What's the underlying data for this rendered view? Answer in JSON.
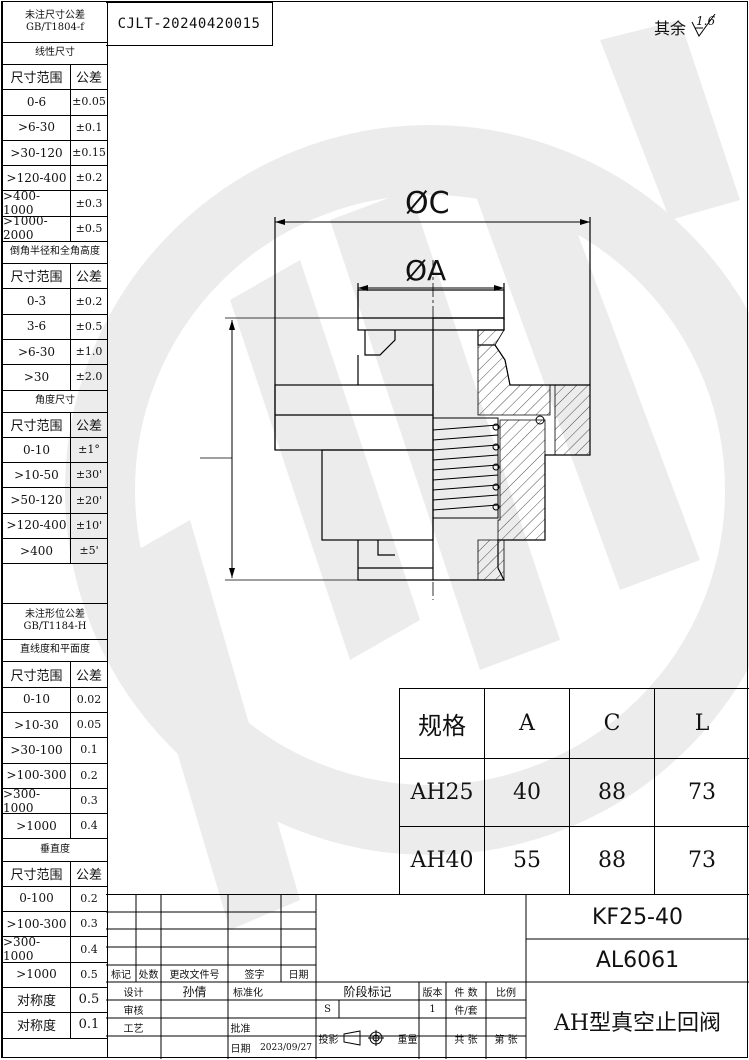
{
  "drawing_code": "CJLT-20240420015",
  "roughness": {
    "label": "其余",
    "value": "1.6"
  },
  "tolerance_table": {
    "linear_header": [
      "未注尺寸公差",
      "GB/T1804-f"
    ],
    "linear_title": "线性尺寸",
    "col_range": "尺寸范围",
    "col_tol": "公差",
    "linear_rows": [
      [
        "0-6",
        "±0.05"
      ],
      [
        ">6-30",
        "±0.1"
      ],
      [
        ">30-120",
        "±0.15"
      ],
      [
        ">120-400",
        "±0.2"
      ],
      [
        ">400-1000",
        "±0.3"
      ],
      [
        ">1000-2000",
        "±0.5"
      ]
    ],
    "chamfer_title": "倒角半径和全角高度",
    "chamfer_rows": [
      [
        "0-3",
        "±0.2"
      ],
      [
        "3-6",
        "±0.5"
      ],
      [
        ">6-30",
        "±1.0"
      ],
      [
        ">30",
        "±2.0"
      ]
    ],
    "angle_title": "角度尺寸",
    "angle_rows": [
      [
        "0-10",
        "±1°"
      ],
      [
        ">10-50",
        "±30'"
      ],
      [
        ">50-120",
        "±20'"
      ],
      [
        ">120-400",
        "±10'"
      ],
      [
        ">400",
        "±5'"
      ]
    ],
    "form_header": [
      "未注形位公差",
      "GB/T1184-H"
    ],
    "flat_title": "直线度和平面度",
    "flat_rows": [
      [
        "0-10",
        "0.02"
      ],
      [
        ">10-30",
        "0.05"
      ],
      [
        ">30-100",
        "0.1"
      ],
      [
        ">100-300",
        "0.2"
      ],
      [
        ">300-1000",
        "0.3"
      ],
      [
        ">1000",
        "0.4"
      ]
    ],
    "perp_title": "垂直度",
    "perp_rows": [
      [
        "0-100",
        "0.2"
      ],
      [
        ">100-300",
        "0.3"
      ],
      [
        ">300-1000",
        "0.4"
      ],
      [
        ">1000",
        "0.5"
      ]
    ],
    "sym_rows": [
      [
        "对称度",
        "0.5"
      ],
      [
        "对称度",
        "0.1"
      ]
    ]
  },
  "dimensions": {
    "dia_c": "ØC",
    "dia_a": "ØA"
  },
  "spec_table": {
    "headers": [
      "规格",
      "A",
      "C",
      "L"
    ],
    "rows": [
      [
        "AH25",
        "40",
        "88",
        "73"
      ],
      [
        "AH40",
        "55",
        "88",
        "73"
      ]
    ]
  },
  "title_block": {
    "model": "KF25-40",
    "material": "AL6061",
    "part_name": "AH型真空止回阀",
    "labels": {
      "mark": "标记",
      "count": "处数",
      "change_no": "更改文件号",
      "sign": "签字",
      "date": "日期",
      "design": "设计",
      "designer": "孙倩",
      "standardize": "标准化",
      "review": "审核",
      "process": "工艺",
      "approve": "批准",
      "date2": "日期",
      "date_value": "2023/09/27",
      "stage": "阶段标记",
      "version": "版本",
      "pieces": "件 数",
      "scale": "比例",
      "s": "S",
      "one": "1",
      "per_set": "件/套",
      "projection": "投影",
      "weight": "重量",
      "total_sheets": "共 张",
      "sheet_no": "第 张"
    }
  },
  "colors": {
    "line": "#111111",
    "watermark": "#ebebeb",
    "hatch": "#333333"
  }
}
